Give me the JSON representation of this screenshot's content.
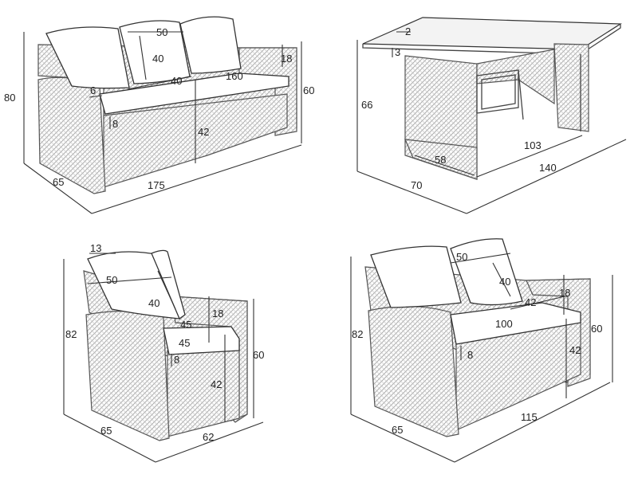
{
  "sofa3": {
    "labels": {
      "back_w": "50",
      "back_h": "40",
      "seat_d": "40",
      "seat_w": "160",
      "arm_w": "6",
      "arm_h": "18",
      "seat_thick": "8",
      "seat_h": "42",
      "total_h": "80",
      "arm_total_h": "60",
      "depth": "65",
      "width": "175"
    }
  },
  "table": {
    "labels": {
      "top_thick": "2",
      "top_gap": "3",
      "height": "66",
      "inner_w": "103",
      "shelf_d": "58",
      "depth": "70",
      "width": "140"
    }
  },
  "chair": {
    "labels": {
      "back_top": "13",
      "back_w": "50",
      "back_h": "40",
      "seat_d1": "45",
      "seat_d2": "45",
      "arm_h": "18",
      "seat_thick": "8",
      "seat_h": "42",
      "total_h": "82",
      "arm_total_h": "60",
      "depth": "65",
      "width": "62"
    }
  },
  "sofa2": {
    "labels": {
      "back_w": "50",
      "back_h": "40",
      "seat_d": "42",
      "arm_h": "18",
      "seat_w": "100",
      "seat_thick": "8",
      "seat_h": "42",
      "total_h": "82",
      "arm_total_h": "60",
      "depth": "65",
      "width": "115"
    }
  }
}
